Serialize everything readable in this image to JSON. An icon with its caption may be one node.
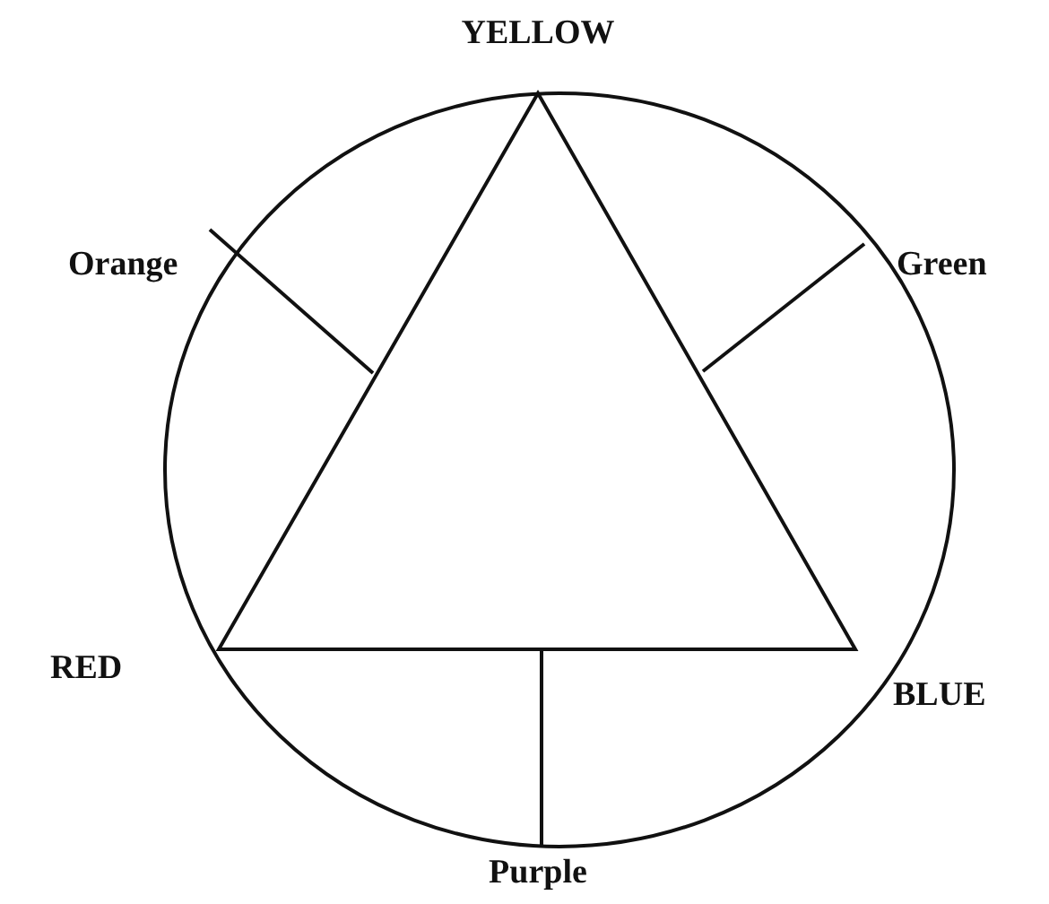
{
  "diagram": {
    "labels": [
      "YELLOW",
      "Orange",
      "Green",
      "RED",
      "BLUE",
      "Purple"
    ]
  }
}
